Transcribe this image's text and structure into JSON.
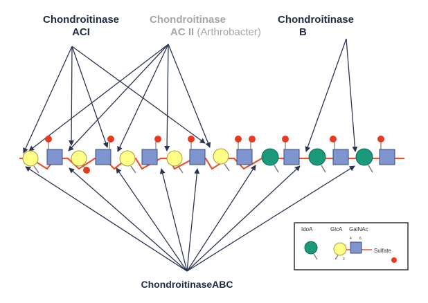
{
  "enzymes": {
    "aci": {
      "line1": "Chondroitinase",
      "line2": "ACI"
    },
    "acii": {
      "line1": "Chondroitinase",
      "line2": "AC II",
      "source": "(Arthrobacter)"
    },
    "b": {
      "line1": "Chondroitinase",
      "line2": "B"
    },
    "abc": {
      "label": "ChondroitinaseABC"
    }
  },
  "legend": {
    "idoa": "IdoA",
    "glca": "GlcA",
    "galnac": "GalNAc",
    "sulfate": "Sulfate",
    "pos4": "4",
    "pos6": "6",
    "pos2": "2"
  },
  "colors": {
    "glca": "#ffff88",
    "idoa": "#1a9a7a",
    "galnac": "#7f95cf",
    "sulfate": "#e83a1e",
    "backbone": "#e8532a",
    "arrow": "#2a3350"
  }
}
